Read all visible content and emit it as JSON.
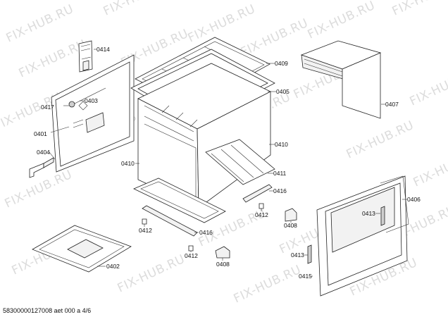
{
  "watermark": "FIX-HUB.RU",
  "footer": "58300000127008 aet 000 a 4/6",
  "labels": {
    "p0414": "0414",
    "p0409": "0409",
    "p0407": "0407",
    "p0405": "0405",
    "p0417": "0417",
    "p0403": "0403",
    "p0401": "0401",
    "p0410a": "0410",
    "p0410b": "0410",
    "p0404": "0404",
    "p0411": "0411",
    "p0416a": "0416",
    "p0416b": "0416",
    "p0412a": "0412",
    "p0412b": "0412",
    "p0412c": "0412",
    "p0408a": "0408",
    "p0408b": "0408",
    "p0413a": "0413",
    "p0413b": "0413",
    "p0406": "0406",
    "p0415": "0415",
    "p0402": "0402"
  },
  "colors": {
    "line": "#222222",
    "watermark": "#dcdcdc",
    "shade": "#cfcfcf"
  }
}
